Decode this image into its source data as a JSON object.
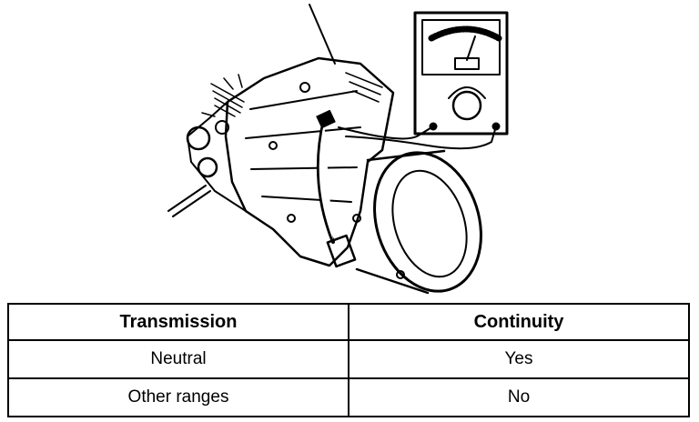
{
  "table": {
    "headers": [
      "Transmission",
      "Continuity"
    ],
    "rows": [
      [
        "Neutral",
        "Yes"
      ],
      [
        "Other ranges",
        "No"
      ]
    ]
  },
  "illustration": {
    "subject": "transmission-with-ohmmeter-icon"
  }
}
